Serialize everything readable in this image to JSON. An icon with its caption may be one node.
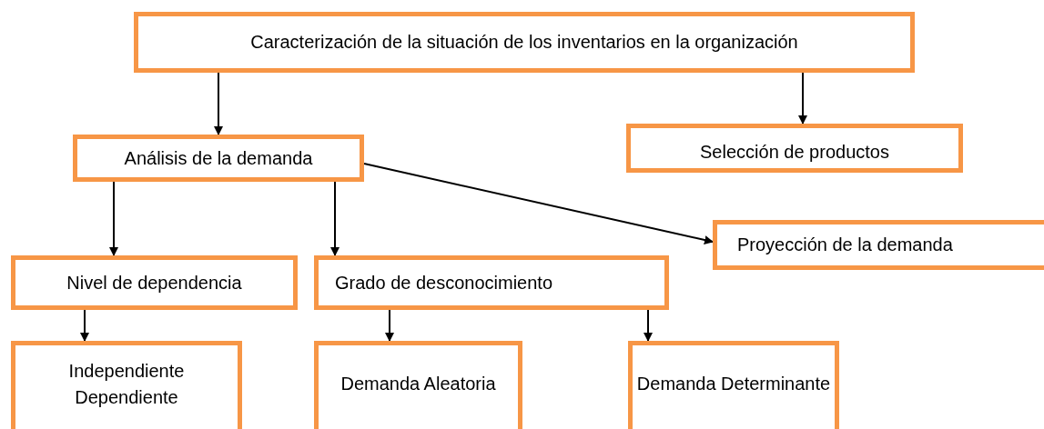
{
  "diagram": {
    "nodes": [
      {
        "text": [
          "Caracterización de la situación de los inventarios en la organización"
        ]
      },
      {
        "text": [
          "Análisis de la demanda"
        ]
      },
      {
        "text": [
          "Selección de productos"
        ]
      },
      {
        "text": [
          "Proyección de la demanda"
        ]
      },
      {
        "text": [
          "Nivel de  dependencia"
        ]
      },
      {
        "text": [
          "Grado de desconocimiento"
        ]
      },
      {
        "text": [
          "Independiente",
          "Dependiente"
        ]
      },
      {
        "text": [
          "Demanda Aleatoria"
        ]
      },
      {
        "text": [
          "Demanda Determinante"
        ]
      }
    ],
    "edges": [
      {
        "from": 0,
        "to": 1,
        "arrow": "to"
      },
      {
        "from": 0,
        "to": 2,
        "arrow": "to"
      },
      {
        "from": 1,
        "to": 3,
        "arrow": "to"
      },
      {
        "from": 1,
        "to": 4,
        "arrow": "to"
      },
      {
        "from": 1,
        "to": 5,
        "arrow": "to"
      },
      {
        "from": 4,
        "to": 6,
        "arrow": "to"
      },
      {
        "from": 5,
        "to": 7,
        "arrow": "to"
      },
      {
        "from": 5,
        "to": 8,
        "arrow": "to"
      }
    ]
  }
}
